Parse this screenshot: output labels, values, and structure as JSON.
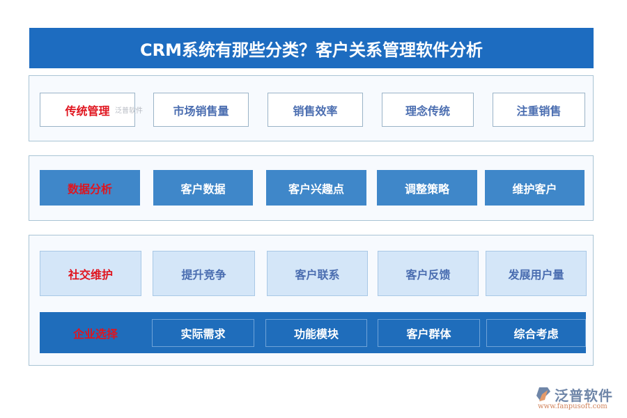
{
  "title": "CRM系统有那些分类？客户关系管理软件分析",
  "rows": [
    {
      "label": "传统管理",
      "items": [
        "市场销售量",
        "销售效率",
        "理念传统",
        "注重销售"
      ]
    },
    {
      "label": "数据分析",
      "items": [
        "客户数据",
        "客户兴趣点",
        "调整策略",
        "维护客户"
      ]
    },
    {
      "label": "社交维护",
      "items": [
        "提升竞争",
        "客户联系",
        "客户反馈",
        "发展用户量"
      ]
    },
    {
      "label": "企业选择",
      "items": [
        "实际需求",
        "功能模块",
        "客户群体",
        "综合考虑"
      ]
    }
  ],
  "watermark": "泛普软件",
  "logo": {
    "name": "泛普软件",
    "url": "www.fanpusoft.com"
  },
  "colors": {
    "title": "#1d6cc0",
    "accent_red": "#e0141e",
    "text_blue": "#4a6db0"
  }
}
